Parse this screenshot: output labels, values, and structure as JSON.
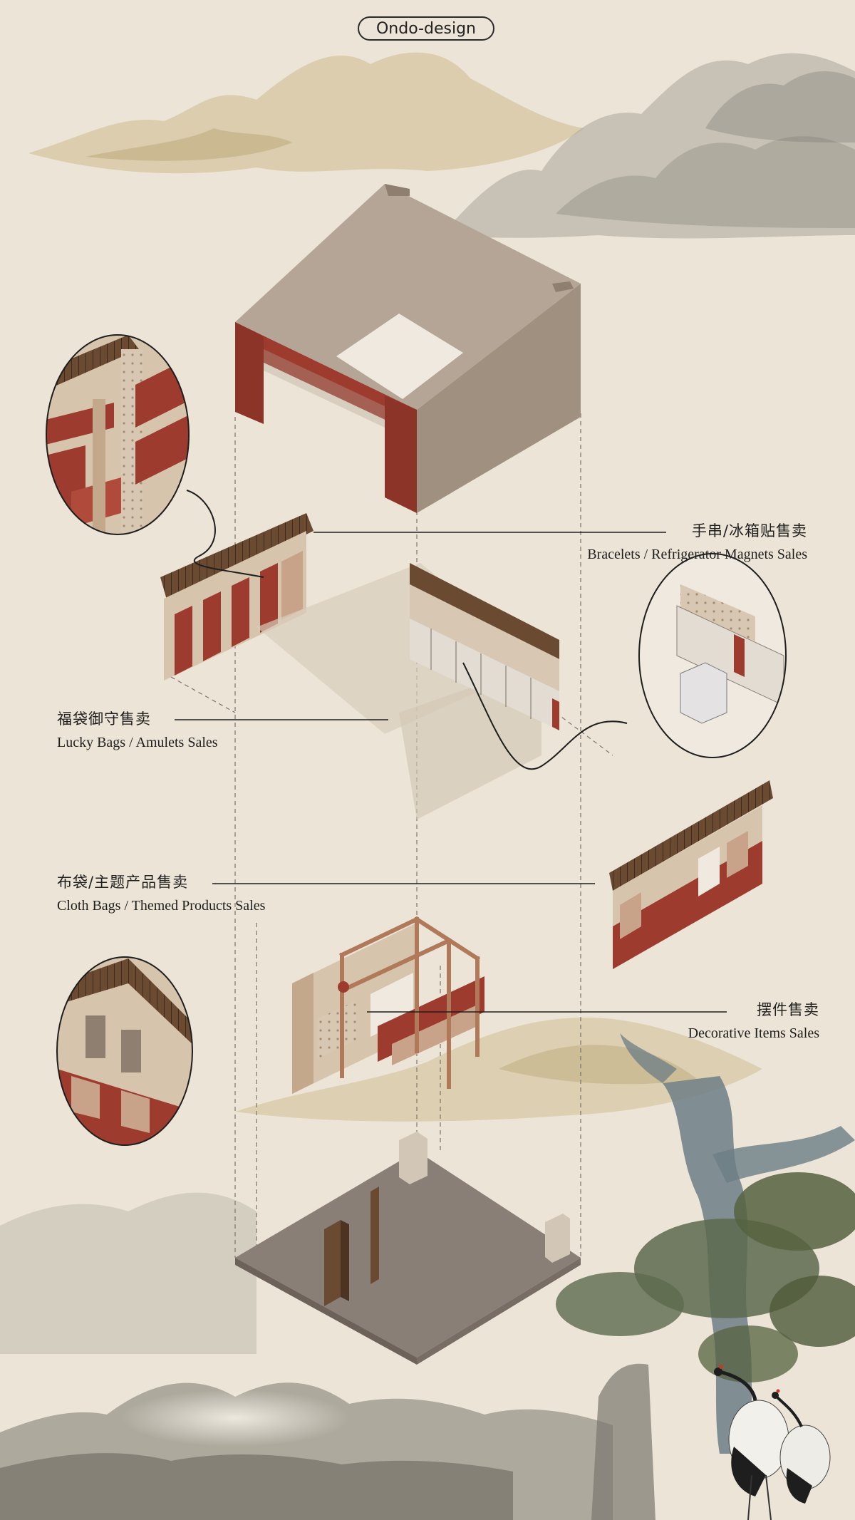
{
  "brand": {
    "name": "Ondo-design"
  },
  "labels": {
    "bracelets": {
      "zh": "手串/冰箱贴售卖",
      "en": "Bracelets / Refrigerator Magnets Sales"
    },
    "lucky_bags": {
      "zh": "福袋御守售卖",
      "en": "Lucky Bags / Amulets Sales"
    },
    "cloth_bags": {
      "zh": "布袋/主题产品售卖",
      "en": "Cloth Bags / Themed Products Sales"
    },
    "decorative": {
      "zh": "摆件售卖",
      "en": "Decorative Items Sales"
    }
  },
  "colors": {
    "paper": "#ece4d6",
    "wall_taupe": "#b5a597",
    "brick_red": "#9c3b2e",
    "wood_brown": "#6b4a32",
    "floor_gray": "#8a7f76",
    "ink_mountain": "#a9a59b",
    "gold_mountain": "#cdb98c"
  }
}
